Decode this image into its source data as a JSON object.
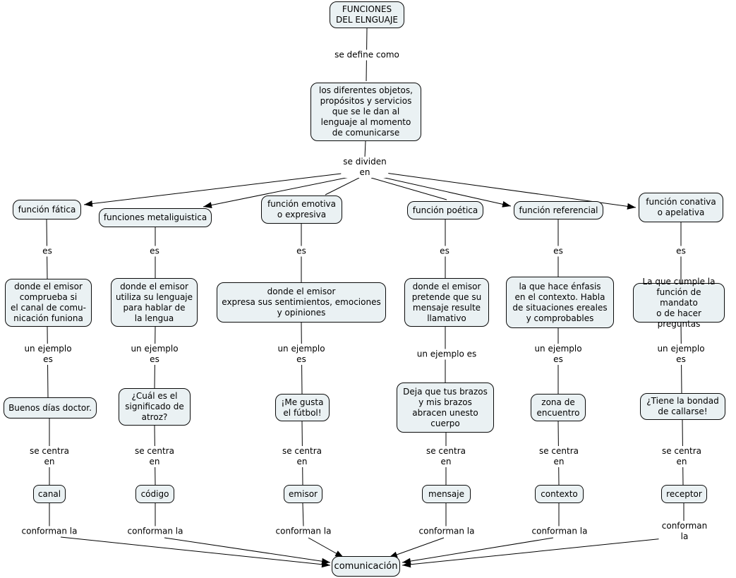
{
  "diagram": {
    "title": "FUNCIONES\nDEL ELNGUAJE",
    "define_link": "se define como",
    "definition": "los diferentes objetos,\npropósitos y servicios\nque se le dan al\nlenguaje al momento\nde comunicarse",
    "divide_link": "se dividen\nen",
    "communication": "comunicación",
    "colors": {
      "node_fill": "#eaf1f3",
      "node_border": "#0a0a0a",
      "line": "#000000",
      "background": "#ffffff"
    },
    "branches": [
      {
        "name": "función fática",
        "es_link": "es",
        "description": "donde el emisor\ncomprueba si\nel canal de comu-\nnicación funiona",
        "example_link": "un ejemplo\nes",
        "example": "Buenos días doctor.",
        "centra_link": "se centra\nen",
        "focus": "canal",
        "conform_link": "conforman la"
      },
      {
        "name": "funciones metaliguistica",
        "es_link": "es",
        "description": "donde el emisor\nutiliza su lenguaje\npara hablar de\nla lengua",
        "example_link": "un ejemplo\nes",
        "example": "¿Cuál es el\nsignificado de\natroz?",
        "centra_link": "se centra\nen",
        "focus": "código",
        "conform_link": "conforman la"
      },
      {
        "name": "función emotiva\no expresiva",
        "es_link": "es",
        "description": "donde el emisor\nexpresa sus sentimientos, emociones\ny opiniones",
        "example_link": "un ejemplo\nes",
        "example": "¡Me gusta\nel fútbol!",
        "centra_link": "se centra\nen",
        "focus": "emisor",
        "conform_link": "conforman la"
      },
      {
        "name": "función poética",
        "es_link": "es",
        "description": "donde el emisor\npretende que su\nmensaje resulte\nllamativo",
        "example_link": "un ejemplo es",
        "example": "Deja que tus brazos\ny mis brazos\nabracen unesto\ncuerpo",
        "centra_link": "se centra\nen",
        "focus": "mensaje",
        "conform_link": "conforman la"
      },
      {
        "name": "función referencial",
        "es_link": "es",
        "description": "la que hace énfasis\nen el contexto. Habla\nde situaciones ereales\ny comprobables",
        "example_link": "un ejemplo\nes",
        "example": "zona de\nencuentro",
        "centra_link": "se centra\nen",
        "focus": "contexto",
        "conform_link": "conforman la"
      },
      {
        "name": "función conativa\no apelativa",
        "es_link": "es",
        "description": "La que cumple la\nfunción de mandato\no de hacer preguntas",
        "example_link": "un ejemplo\nes",
        "example": "¿Tiene la bondad\nde callarse!",
        "centra_link": "se centra\nen",
        "focus": "receptor",
        "conform_link": "conforman la"
      }
    ]
  }
}
